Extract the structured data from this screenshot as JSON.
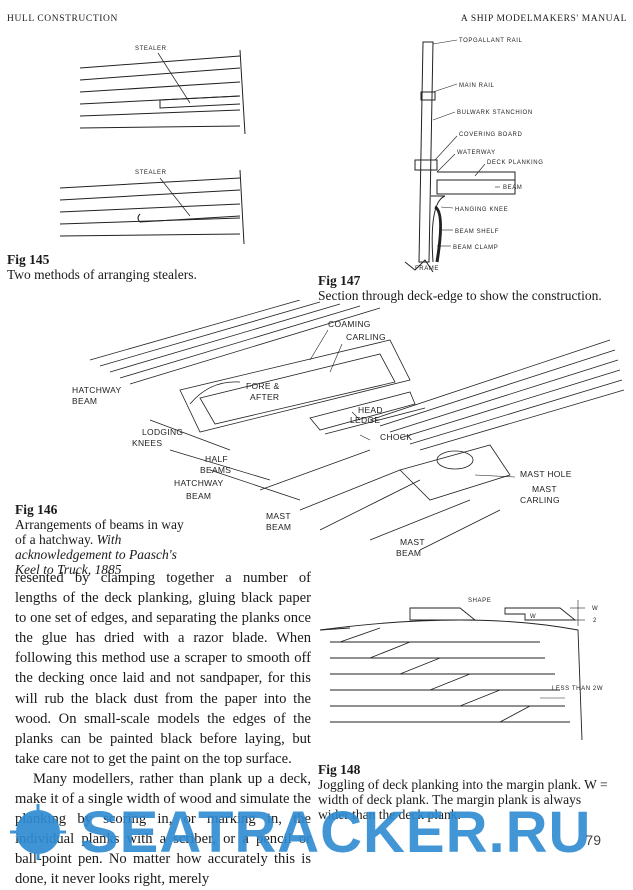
{
  "header": {
    "left": "HULL CONSTRUCTION",
    "right": "A SHIP MODELMAKERS' MANUAL"
  },
  "fig145": {
    "labels": [
      "STEALER",
      "STEALER"
    ],
    "title": "Fig 145",
    "caption": "Two methods of arranging stealers."
  },
  "fig147": {
    "labels": [
      "TOPGALLANT RAIL",
      "MAIN RAIL",
      "BULWARK STANCHION",
      "COVERING BOARD",
      "WATERWAY",
      "DECK PLANKING",
      "BEAM",
      "HANGING KNEE",
      "BEAM SHELF",
      "BEAM CLAMP",
      "FRAME"
    ],
    "title": "Fig 147",
    "caption": "Section through deck-edge to show the construction."
  },
  "fig146": {
    "labels": {
      "coaming": "COAMING",
      "carling": "CARLING",
      "hatchway_beam_l1": "HATCHWAY",
      "hatchway_beam_l2": "BEAM",
      "fore1": "FORE &",
      "fore2": "AFTER",
      "head1": "HEAD",
      "head2": "LEDGE",
      "chock": "CHOCK",
      "lodging1": "LODGING",
      "lodging2": "KNEES",
      "half1": "HALF",
      "half2": "BEAMS",
      "hb2_1": "HATCHWAY",
      "hb2_2": "BEAM",
      "masthole": "MAST HOLE",
      "mc1": "MAST",
      "mc2": "CARLING",
      "mb1_1": "MAST",
      "mb1_2": "BEAM",
      "mb2_1": "MAST",
      "mb2_2": "BEAM"
    },
    "title": "Fig 146",
    "caption_1": "Arrangements of beams in way",
    "caption_2": "of a hatchway. ",
    "caption_italic": "With acknowledgement to Paasch's",
    "caption_3": "Keel to Truck, 1885"
  },
  "fig148": {
    "labels": {
      "shape": "SHAPE",
      "w": "W",
      "w2_top": "W",
      "w2_bot": "2",
      "less": "LESS THAN 2W"
    },
    "title": "Fig 148",
    "caption": "Joggling of deck planking into the margin plank. W = width of deck plank. The margin plank is always wider than the deck plank."
  },
  "body": {
    "p1": "resented by clamping together a number of lengths of the deck planking, gluing black paper to one set of edges, and separating the planks once the glue has dried with a razor blade. When following this method use a scraper to smooth off the decking once laid and not sandpaper, for this will rub the black dust from the paper into the wood. On small-scale models the edges of the planks can be painted black before laying, but take care not to get the paint on the top surface.",
    "p2": "Many modellers, rather than plank up a deck, make it of a single width of wood and simulate the planking by scoring in, or marking in, the individual planks with a scriber, or a pencil or ball-point pen. No matter how accurately this is done, it never looks right, merely"
  },
  "watermark": "SEATRACKER.RU",
  "page_number": "79"
}
